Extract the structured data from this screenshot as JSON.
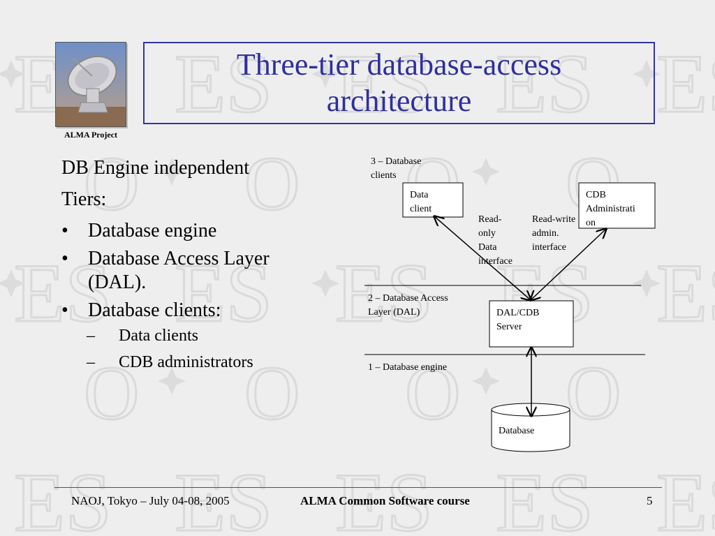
{
  "slide": {
    "title": "Three-tier database-access architecture",
    "logo_caption": "ALMA Project"
  },
  "content": {
    "line1": "DB Engine independent",
    "line2": "Tiers:",
    "bullets": [
      "Database engine",
      "Database Access Layer (DAL).",
      "Database clients:"
    ],
    "sub_bullets": [
      "Data clients",
      "CDB administrators"
    ]
  },
  "diagram": {
    "tier3_label": [
      "3 – Database",
      "clients"
    ],
    "data_client": [
      "Data",
      "client"
    ],
    "cdb_admin": [
      "CDB",
      "Administrati",
      "on"
    ],
    "read_only": [
      "Read-",
      "only",
      "Data",
      "interface"
    ],
    "read_write": [
      "Read-write",
      "admin.",
      "interface"
    ],
    "tier2_label": [
      "2 – Database Access",
      "Layer (DAL)"
    ],
    "dal_server": [
      "DAL/CDB",
      "Server"
    ],
    "tier1_label": "1 – Database engine",
    "database": "Database"
  },
  "footer": {
    "left": "NAOJ, Tokyo – July 04-08, 2005",
    "center": "ALMA Common Software course",
    "page": "5"
  },
  "colors": {
    "title": "#2f2f9f",
    "rule": "#4444bb",
    "background": "#eeeeee"
  },
  "icons": {
    "logo": "radio-telescope-antenna-image"
  }
}
